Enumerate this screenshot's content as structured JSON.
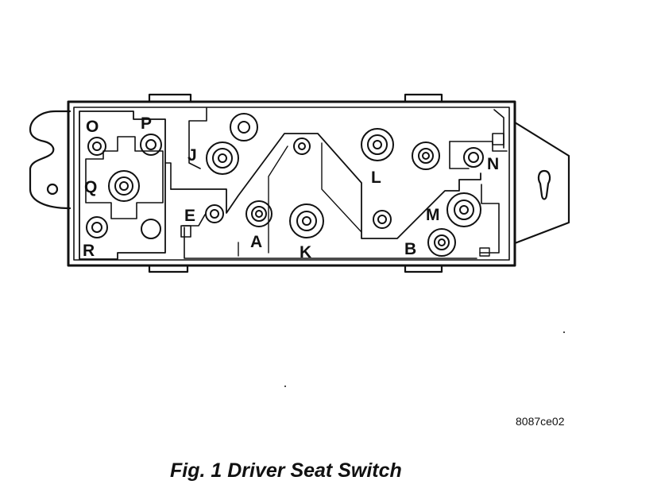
{
  "figure": {
    "caption": "Fig. 1 Driver Seat Switch",
    "code": "8087ce02"
  },
  "terminals": {
    "O": "O",
    "P": "P",
    "Q": "Q",
    "R": "R",
    "J": "J",
    "E": "E",
    "A": "A",
    "K": "K",
    "L": "L",
    "M": "M",
    "N": "N",
    "B": "B"
  },
  "colors": {
    "ink": "#111111",
    "background": "#ffffff"
  }
}
